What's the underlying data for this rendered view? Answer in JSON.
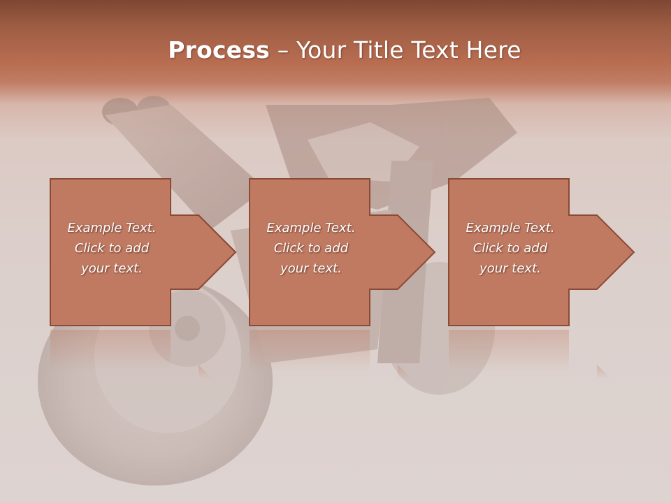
{
  "title": {
    "bold": "Process",
    "rest": " – Your Title Text Here"
  },
  "steps": [
    {
      "lines": [
        "Example Text.",
        "Click  to add",
        "your text."
      ]
    },
    {
      "lines": [
        "Example Text.",
        "Click  to add",
        "your text."
      ]
    },
    {
      "lines": [
        "Example Text.",
        "Click  to add",
        "your text."
      ]
    }
  ],
  "colors": {
    "header": "#b86d51",
    "box_fill": "#c07a62",
    "box_stroke": "#8a4a36",
    "background": "#dcd0cc"
  }
}
